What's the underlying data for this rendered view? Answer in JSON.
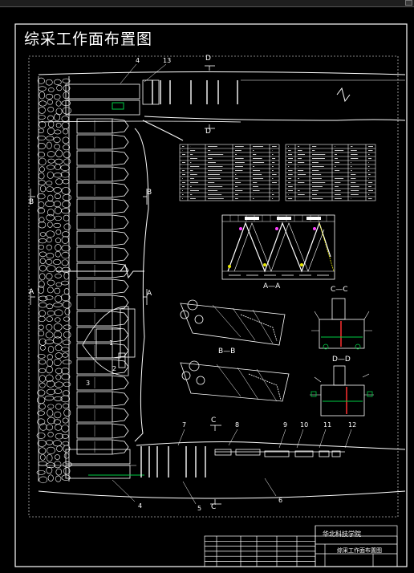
{
  "drawing": {
    "title": "综采工作面布置图",
    "section_markers": {
      "d_top": "D",
      "d_mid": "D",
      "b_left": "B",
      "b_right": "B",
      "a_left": "A",
      "a_right": "A",
      "c_top": "C",
      "c_bottom": "C"
    },
    "part_numbers": {
      "n1": "1",
      "n2": "2",
      "n3": "3",
      "n4_top": "4",
      "n4_bottom": "4",
      "n5": "5",
      "n6": "6",
      "n7": "7",
      "n8": "8",
      "n9": "9",
      "n10": "10",
      "n11": "11",
      "n12": "12",
      "n13": "13"
    },
    "section_titles": {
      "a_a": "A—A",
      "b_b": "B—B",
      "c_c": "C—C",
      "d_d": "D—D"
    },
    "title_block": {
      "university": "华北科技学院",
      "subtitle": "综采工作面布置图"
    }
  },
  "colors": {
    "background": "#000000",
    "line": "#ffffff",
    "accent_green": "#00cc44",
    "accent_red": "#ff3030",
    "accent_yellow": "#e8e800",
    "accent_magenta": "#ff40ff"
  }
}
